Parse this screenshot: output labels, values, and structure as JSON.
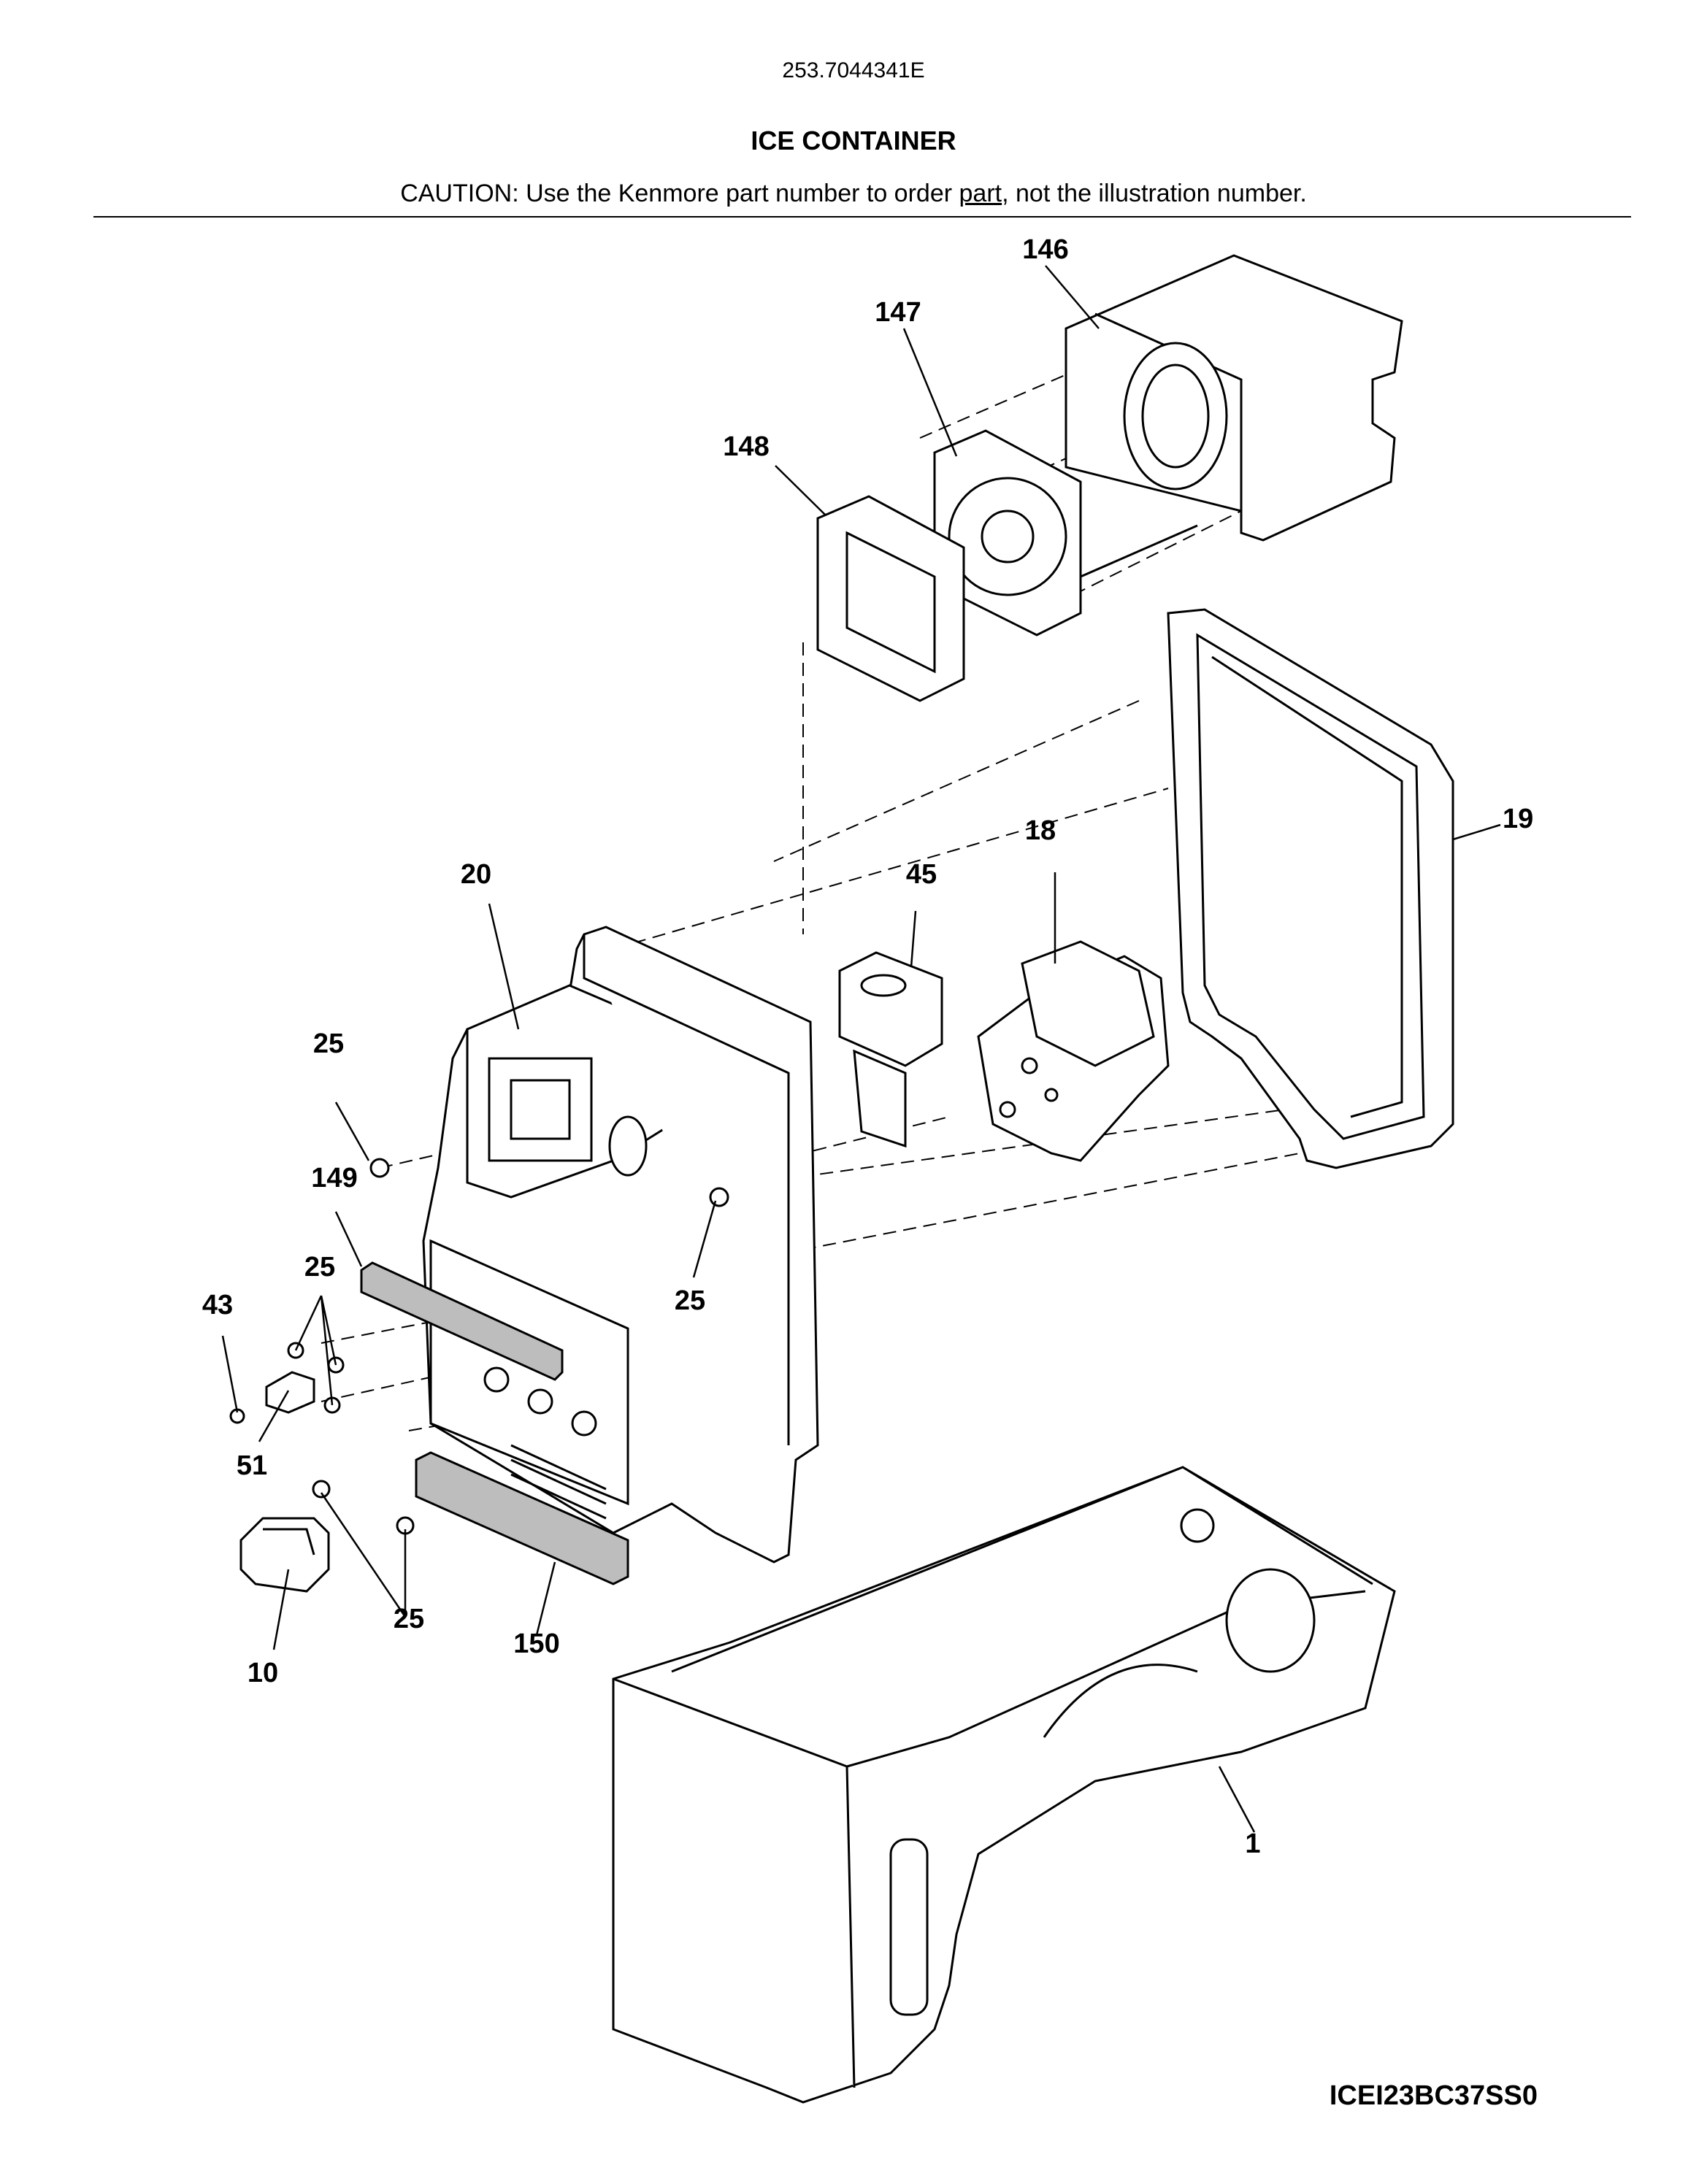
{
  "header": {
    "model_number": "253.7044341E",
    "title": "ICE CONTAINER",
    "caution_prefix": "CAUTION: Use the Kenmore part number to order ",
    "caution_underlined": "part",
    "caution_suffix": ", not the illustration number."
  },
  "callouts": [
    {
      "id": "c146",
      "label": "146"
    },
    {
      "id": "c147",
      "label": "147"
    },
    {
      "id": "c148",
      "label": "148"
    },
    {
      "id": "c18",
      "label": "18"
    },
    {
      "id": "c19",
      "label": "19"
    },
    {
      "id": "c20",
      "label": "20"
    },
    {
      "id": "c45",
      "label": "45"
    },
    {
      "id": "c25a",
      "label": "25"
    },
    {
      "id": "c25b",
      "label": "25"
    },
    {
      "id": "c25c",
      "label": "25"
    },
    {
      "id": "c25d",
      "label": "25"
    },
    {
      "id": "c149",
      "label": "149"
    },
    {
      "id": "c43",
      "label": "43"
    },
    {
      "id": "c51",
      "label": "51"
    },
    {
      "id": "c10",
      "label": "10"
    },
    {
      "id": "c150",
      "label": "150"
    },
    {
      "id": "c1",
      "label": "1"
    }
  ],
  "footer": {
    "diagram_code": "ICEI23BC37SS0"
  }
}
